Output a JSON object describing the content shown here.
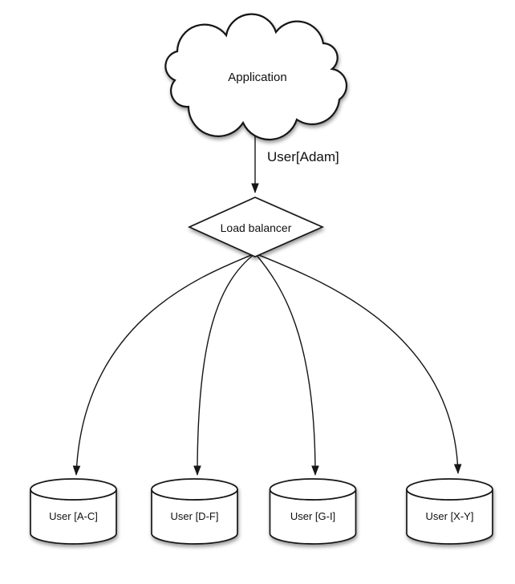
{
  "diagram": {
    "cloud_node": {
      "label": "Application",
      "shape": "cloud"
    },
    "request_edge": {
      "label": "User[Adam]"
    },
    "balancer_node": {
      "label": "Load balancer",
      "shape": "diamond"
    },
    "shard_nodes": [
      {
        "label": "User [A-C]",
        "shape": "cylinder"
      },
      {
        "label": "User [D-F]",
        "shape": "cylinder"
      },
      {
        "label": "User [G-I]",
        "shape": "cylinder"
      },
      {
        "label": "User [X-Y]",
        "shape": "cylinder"
      }
    ],
    "colors": {
      "stroke": "#161616",
      "node_fill": "#ffffff",
      "background": "#ffffff",
      "text": "#101010",
      "shadow": "rgba(0,0,0,0.40)"
    }
  }
}
